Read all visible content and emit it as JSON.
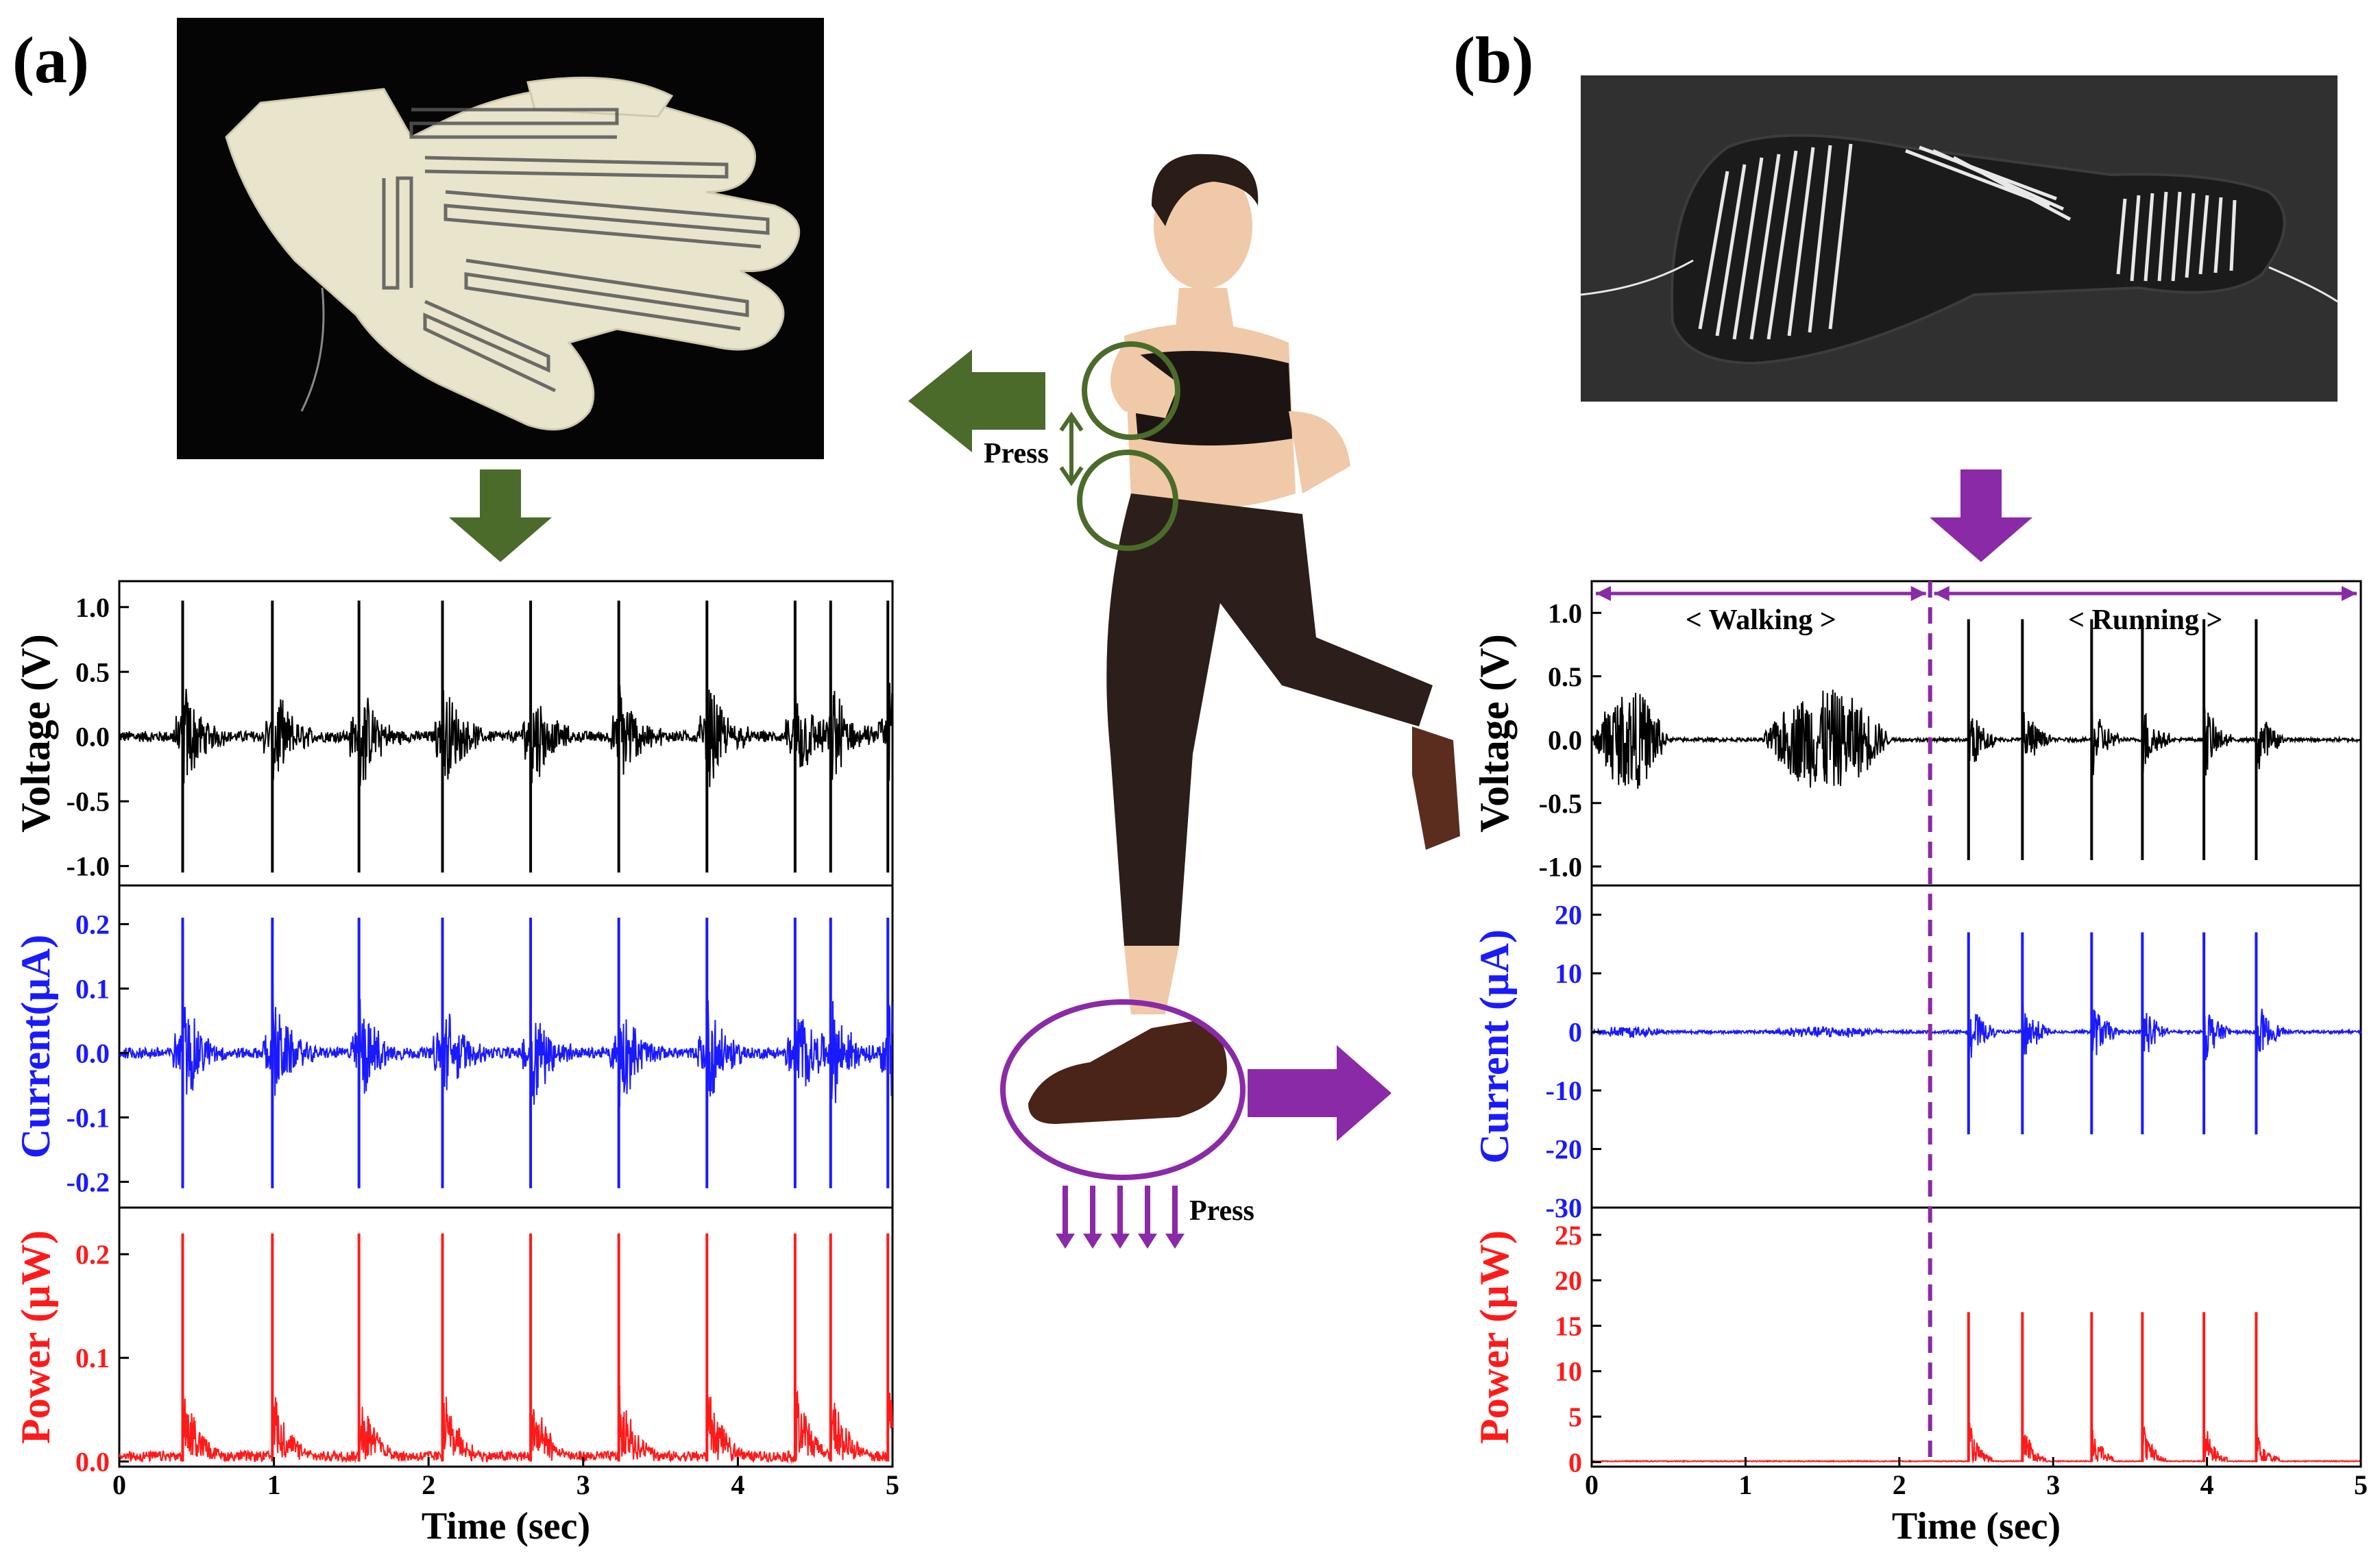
{
  "panel_a_label": "(a)",
  "panel_b_label": "(b)",
  "press_label_top": "Press",
  "press_label_bottom": "Press",
  "colors": {
    "voltage": "#000000",
    "current": "#1a1aff",
    "power": "#ff1a1a",
    "green_arrow": "#4a6b2a",
    "purple_arrow": "#8a2aa6"
  },
  "chart_data": [
    {
      "type": "line",
      "panel": "a",
      "x_ticks": [
        "0",
        "1",
        "2",
        "3",
        "4",
        "5"
      ],
      "xlabel": "Time (sec)",
      "xlim": [
        0,
        5
      ],
      "events": [
        0.41,
        0.99,
        1.55,
        2.09,
        2.66,
        3.23,
        3.8,
        4.37,
        4.6,
        4.97
      ],
      "subplots": [
        {
          "ylabel": "Voltage (V)",
          "ylim": [
            -1.15,
            1.2
          ],
          "y_ticks": [
            "1.0",
            "0.5",
            "0.0",
            "-0.5",
            "-1.0"
          ],
          "tick_values": [
            1.0,
            0.5,
            0.0,
            -0.5,
            -1.0
          ],
          "peak": 1.05,
          "trough": -1.05,
          "series_color": "#000000"
        },
        {
          "ylabel": "Current(µA)",
          "ylim": [
            -0.24,
            0.26
          ],
          "y_ticks": [
            "0.2",
            "0.1",
            "0.0",
            "-0.1",
            "-0.2"
          ],
          "tick_values": [
            0.2,
            0.1,
            0.0,
            -0.1,
            -0.2
          ],
          "peak": 0.21,
          "trough": -0.21,
          "series_color": "#1a1aff"
        },
        {
          "ylabel": "Power (µW)",
          "ylim": [
            -0.005,
            0.245
          ],
          "y_ticks": [
            "0.2",
            "0.1",
            "0.0"
          ],
          "tick_values": [
            0.2,
            0.1,
            0.0
          ],
          "peak": 0.22,
          "series_color": "#ff1a1a"
        }
      ]
    },
    {
      "type": "line",
      "panel": "b",
      "x_ticks": [
        "0",
        "1",
        "2",
        "3",
        "4",
        "5"
      ],
      "xlabel": "Time (sec)",
      "xlim": [
        0,
        5
      ],
      "divider_x": 2.2,
      "phase_labels": [
        "< Walking >",
        "< Running >"
      ],
      "walking_bursts": [
        [
          0.0,
          0.5
        ],
        [
          1.1,
          1.95
        ]
      ],
      "running_events": [
        2.45,
        2.8,
        3.25,
        3.58,
        3.98,
        4.32
      ],
      "subplots": [
        {
          "ylabel": "Voltage (V)",
          "ylim": [
            -1.15,
            1.25
          ],
          "y_ticks": [
            "1.0",
            "0.5",
            "0.0",
            "-0.5",
            "-1.0"
          ],
          "tick_values": [
            1.0,
            0.5,
            0.0,
            -0.5,
            -1.0
          ],
          "peak": 0.95,
          "trough": -0.95,
          "series_color": "#000000"
        },
        {
          "ylabel": "Current (µA)",
          "ylim": [
            -30,
            25
          ],
          "y_ticks": [
            "20",
            "10",
            "0",
            "-10",
            "-20",
            "-30"
          ],
          "tick_values": [
            20,
            10,
            0,
            -10,
            -20,
            -30
          ],
          "peak": 17,
          "trough": -17.5,
          "series_color": "#1a1aff"
        },
        {
          "ylabel": "Power (µW)",
          "ylim": [
            -0.5,
            28
          ],
          "y_ticks": [
            "25",
            "20",
            "15",
            "10",
            "5",
            "0"
          ],
          "tick_values": [
            25,
            20,
            15,
            10,
            5,
            0
          ],
          "peak": 16.5,
          "series_color": "#ff1a1a"
        }
      ]
    }
  ]
}
